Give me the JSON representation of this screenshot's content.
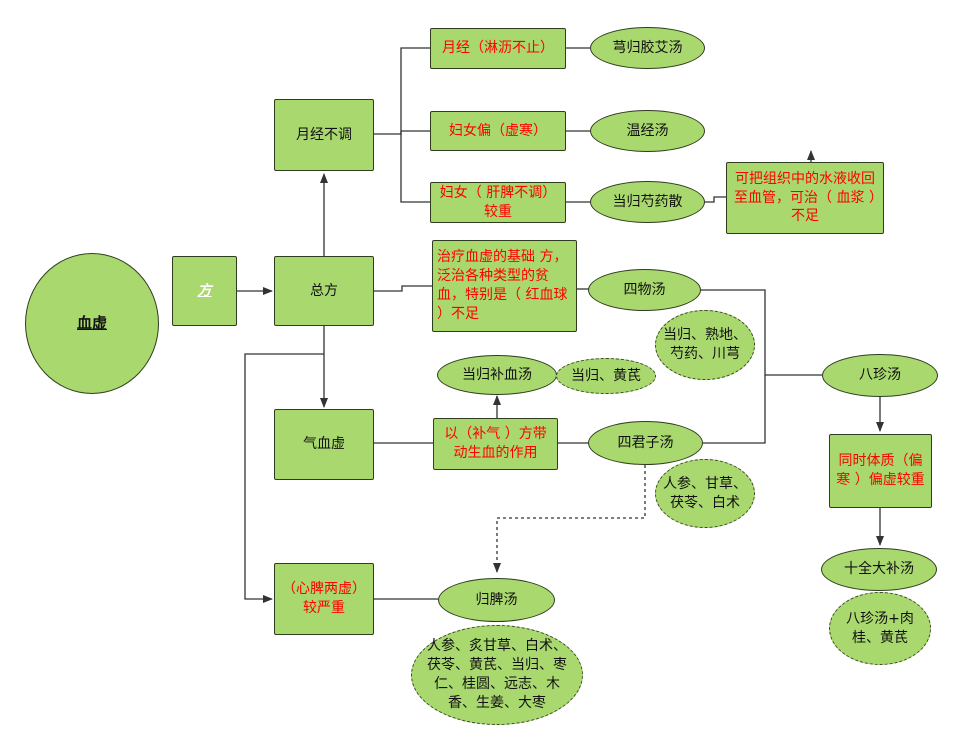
{
  "nodes": {
    "xuexu": "血虚",
    "fang": "方",
    "zongfang": "总方",
    "yuejing_budiao": "月经不调",
    "qixuexu": "气血虚",
    "xinpi_liangxu": "（心脾两虚）较严重",
    "yuejing_linli": "月经（淋沥不止）",
    "funv_pian_han": "妇女偏（虚寒）",
    "funv_ganpi": "妇女（ 肝脾不调）较重",
    "xiongui_jiaoai": "芎归胶艾汤",
    "wenjing": "温经汤",
    "danggui_shaoyao": "当归芍药散",
    "note_shuiye": "可把组织中的水液收回至血管，可治（ 血浆 ）不足",
    "note_jichu": "治疗血虚的基础 方，泛治各种类型的贫血，特别是（ 红血球 ）不足",
    "siwu": "四物汤",
    "siwu_herbs": "当归、熟地、芍药、川芎",
    "danggui_buxue": "当归补血汤",
    "danggui_huangqi": "当归、黄芪",
    "note_buqi": "以（补气 ）方带动生血的作用",
    "sijunzi": "四君子汤",
    "sijunzi_herbs": "人参、甘草、茯苓、白术",
    "guipi": "归脾汤",
    "guipi_herbs": "人参、炙甘草、白术、茯苓、黄芪、当归、枣仁、桂圆、远志、木香、生姜、大枣",
    "bazhen": "八珍汤",
    "note_pian_han": "同时体质（偏寒 ）偏虚较重",
    "shiquan": "十全大补汤",
    "shiquan_herbs": "八珍汤+肉桂、黄芪"
  },
  "colors": {
    "node_fill": "#a9d86e",
    "border": "#2f3d1e",
    "line": "#333333",
    "red_text": "#ff0000"
  }
}
